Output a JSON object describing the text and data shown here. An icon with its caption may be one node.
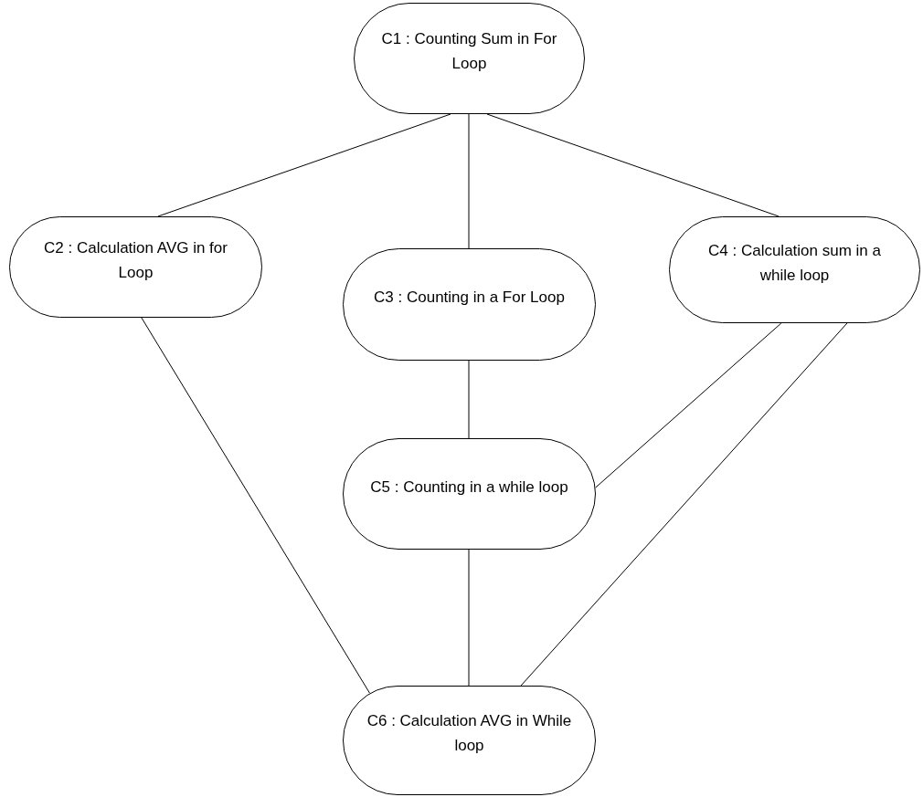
{
  "diagram": {
    "nodes": [
      {
        "text": [
          "C1 : Counting Sum in For Loop"
        ]
      },
      {
        "text": [
          "C2 : Calculation AVG in for Loop"
        ]
      },
      {
        "text": [
          "C3 : Counting in a For Loop"
        ]
      },
      {
        "text": [
          "C4 : Calculation sum in a while loop"
        ]
      },
      {
        "text": [
          "C5 : Counting in a while loop"
        ]
      },
      {
        "text": [
          "C6 : Calculation AVG in While loop"
        ]
      }
    ],
    "edges": [
      {
        "from": 0,
        "to": 1,
        "arrow": "none"
      },
      {
        "from": 0,
        "to": 2,
        "arrow": "none"
      },
      {
        "from": 0,
        "to": 3,
        "arrow": "none"
      },
      {
        "from": 1,
        "to": 5,
        "arrow": "none"
      },
      {
        "from": 2,
        "to": 4,
        "arrow": "none"
      },
      {
        "from": 3,
        "to": 4,
        "arrow": "none"
      },
      {
        "from": 3,
        "to": 5,
        "arrow": "none"
      },
      {
        "from": 4,
        "to": 5,
        "arrow": "none"
      }
    ]
  }
}
